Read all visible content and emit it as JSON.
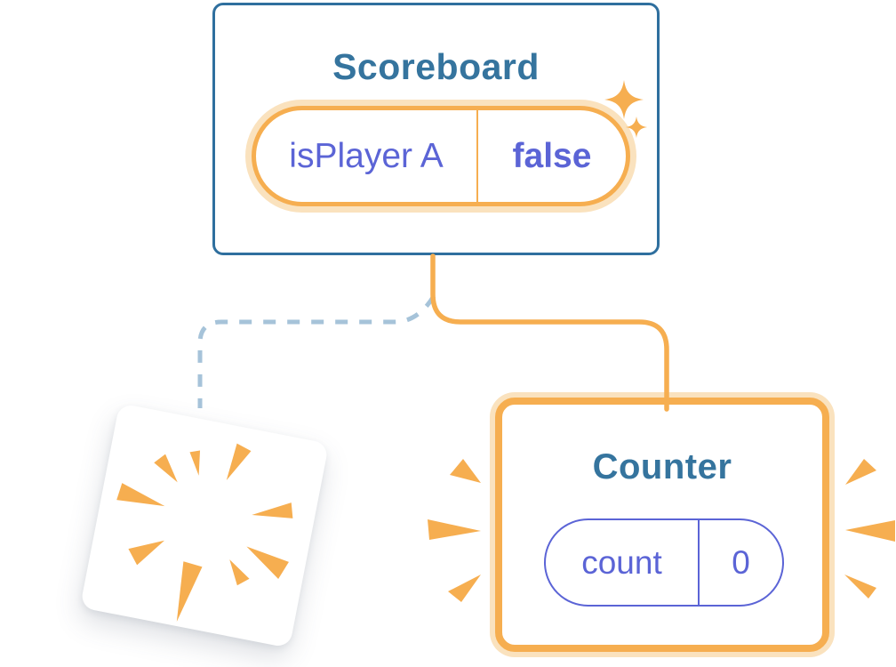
{
  "diagram_type": "react-component-tree-state-illustration",
  "colors": {
    "orange": "#F6AE50",
    "orange_glow": "#FAE2BE",
    "purple": "#5B64D6",
    "blue": "#2F6F9E",
    "title": "#35749E",
    "dash": "#A6C3D9",
    "card_bg": "#FFFFFF"
  },
  "scoreboard": {
    "title": "Scoreboard",
    "state": {
      "label": "isPlayer A",
      "value": "false"
    }
  },
  "counter": {
    "title": "Counter",
    "state": {
      "label": "count",
      "value": "0"
    }
  },
  "removed_component": {
    "description": "destroyed component shown as tilted blank card with poof burst"
  },
  "connectors": {
    "solid": "scoreboard-to-counter",
    "dashed": "scoreboard-to-removed-component"
  },
  "icons": [
    "sparkles-icon",
    "poof-burst-icon",
    "emphasis-lines-left-icon",
    "emphasis-lines-right-icon"
  ]
}
